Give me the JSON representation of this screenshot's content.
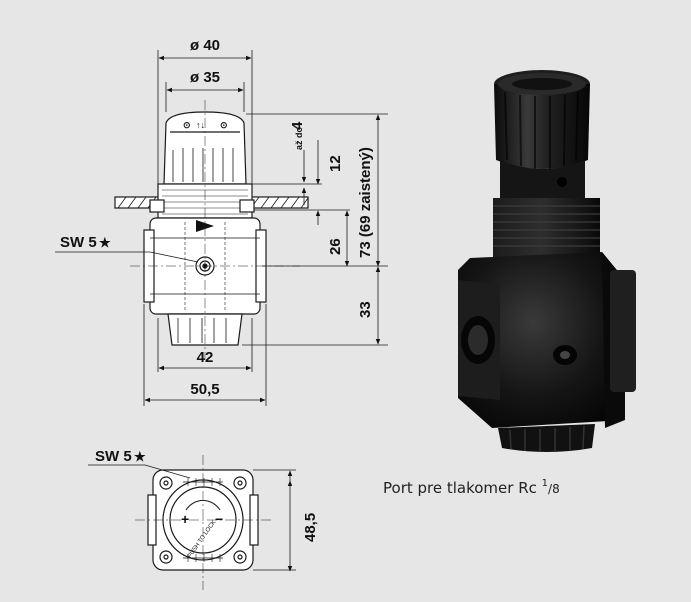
{
  "dimensions": {
    "outer_diameter": "ø 40",
    "inner_diameter": "ø 35",
    "lift_prefix": "až do",
    "lift_value": "4",
    "height_upper": "12",
    "height_mid": "26",
    "height_total": "73 (69 zaistený)",
    "height_lower": "33",
    "width_body": "42",
    "width_total": "50,5",
    "depth": "48,5"
  },
  "labels": {
    "wrench_size_front": "SW 5",
    "wrench_size_top": "SW 5",
    "star": "★",
    "push_to_lock": "PUSH TO LOCK",
    "plus": "+",
    "minus": "−"
  },
  "caption": {
    "text": "Port pre tlakomer Rc ",
    "fraction_num": "1",
    "fraction_den": "/8"
  },
  "colors": {
    "background": "#e6e6e6",
    "line": "#1a1a1a",
    "product_body": "#121212"
  }
}
